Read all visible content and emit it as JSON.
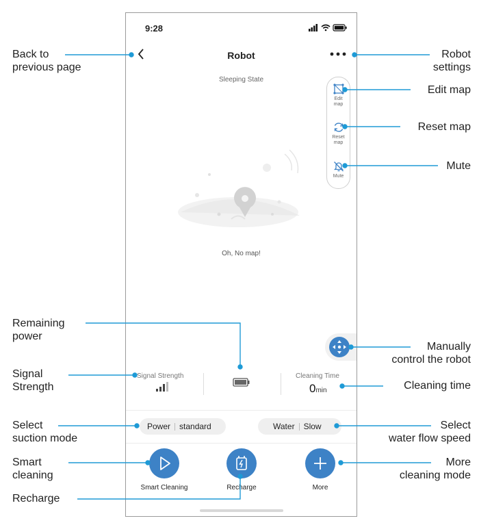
{
  "status_bar": {
    "time": "9:28"
  },
  "nav": {
    "title": "Robot"
  },
  "map": {
    "state": "Sleeping State",
    "empty_message": "Oh, No map!"
  },
  "toolbar": {
    "edit_map": [
      "Edit",
      "map"
    ],
    "reset_map": [
      "Reset",
      "map"
    ],
    "mute": "Mute"
  },
  "stats": {
    "signal_label": "Signal Strength",
    "cleaning_time_label": "Cleaning Time",
    "cleaning_time_value": "0",
    "cleaning_time_unit": "min"
  },
  "modes": {
    "power_label": "Power",
    "power_value": "standard",
    "water_label": "Water",
    "water_value": "Slow"
  },
  "actions": {
    "smart_cleaning": "Smart Cleaning",
    "recharge": "Recharge",
    "more": "More"
  },
  "callouts": {
    "back": [
      "Back to",
      "previous page"
    ],
    "robot_settings": [
      "Robot",
      "settings"
    ],
    "edit_map": "Edit map",
    "reset_map": "Reset map",
    "mute": "Mute",
    "remaining_power": [
      "Remaining",
      "power"
    ],
    "manual_control": [
      "Manually",
      "control the robot"
    ],
    "signal_strength": [
      "Signal",
      "Strength"
    ],
    "cleaning_time": "Cleaning time",
    "suction_mode": [
      "Select",
      "suction mode"
    ],
    "water_flow": [
      "Select",
      "water flow speed"
    ],
    "smart_cleaning": [
      "Smart",
      "cleaning"
    ],
    "more_modes": [
      "More",
      "cleaning mode"
    ],
    "recharge": "Recharge"
  },
  "colors": {
    "accent": "#3d82c6",
    "leader": "#1e9ad6"
  }
}
